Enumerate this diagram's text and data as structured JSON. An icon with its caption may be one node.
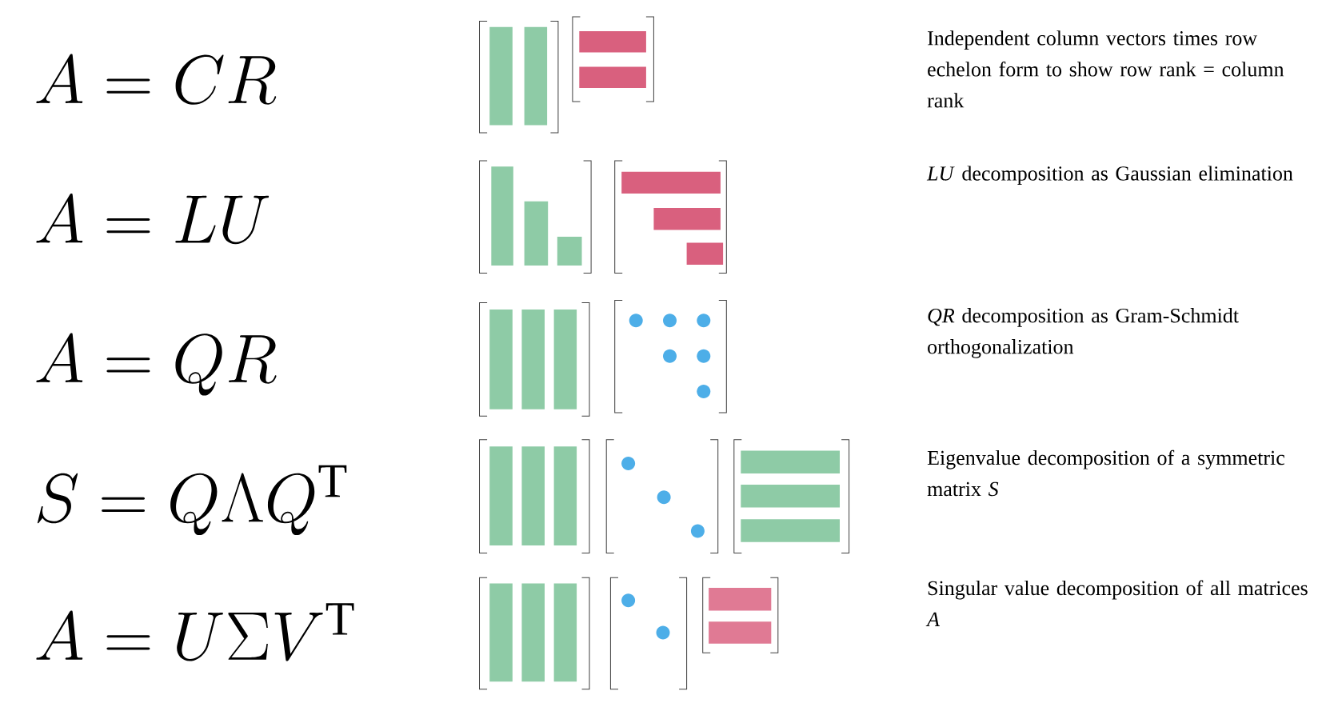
{
  "diagram": {
    "labels": [
      "A = CR",
      "Independent column vectors times row echelon form to show row rank = column rank",
      "A = LU",
      "*LU* decomposition as Gaussian elimination",
      "A = QR",
      "*QR* decomposition as Gram-Schmidt orthogonalization",
      "S = Q\\Lambda Q^{\\mathrm{T}}",
      "Eigenvalue decomposition of a symmetric matrix *S*",
      "A = U\\Sigma V^{\\mathrm{T}}",
      "Singular value decomposition of all matrices *A*"
    ]
  }
}
